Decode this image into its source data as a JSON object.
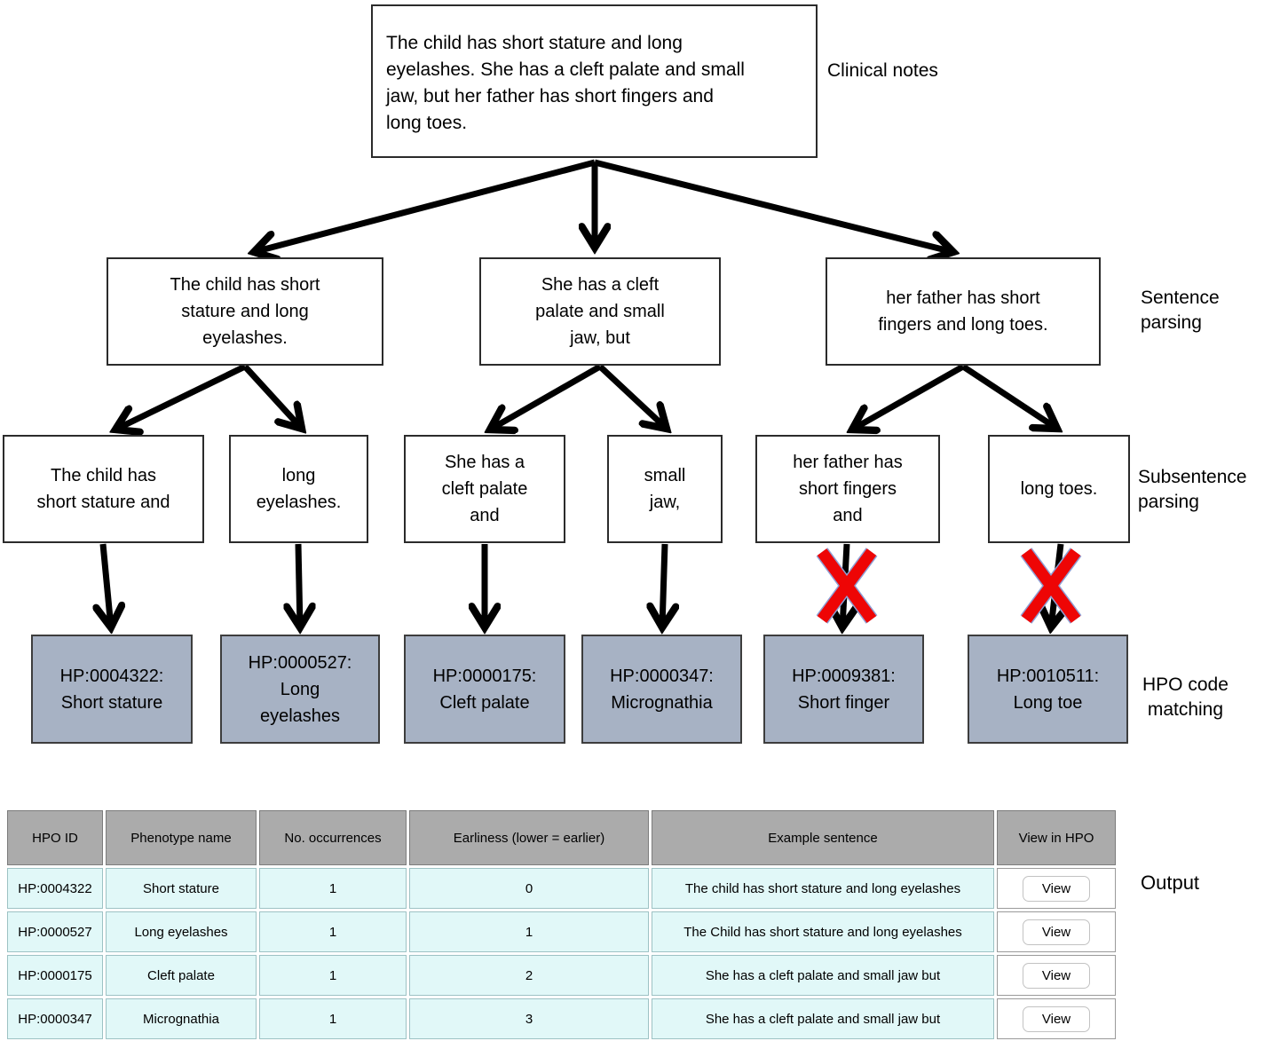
{
  "figure": {
    "clinical_notes": {
      "text": "The child has short stature and long\neyelashes. She has a cleft palate and small\njaw, but her father has short fingers and\nlong toes.",
      "label": "Clinical notes"
    },
    "sentence_row": {
      "label": "Sentence\nparsing",
      "boxes": [
        "The child has short\nstature and long\neyelashes.",
        "She has a cleft\npalate and small\njaw, but",
        "her father has short\nfingers and long toes."
      ]
    },
    "subsentence_row": {
      "label": "Subsentence\nparsing",
      "boxes": [
        "The child has\nshort stature and",
        "long\neyelashes.",
        "She has a\ncleft palate\nand",
        "small\njaw,",
        "her father has\nshort fingers\nand",
        "long toes."
      ]
    },
    "hpo_row": {
      "label": "HPO code\nmatching",
      "boxes": [
        "HP:0004322:\nShort stature",
        "HP:0000527:\nLong\neyelashes",
        "HP:0000175:\nCleft palate",
        "HP:0000347:\nMicrognathia",
        "HP:0009381:\nShort finger",
        "HP:0010511:\nLong toe"
      ]
    }
  },
  "output": {
    "label": "Output",
    "table": {
      "headers": [
        "HPO ID",
        "Phenotype name",
        "No. occurrences",
        "Earliness (lower = earlier)",
        "Example sentence",
        "View in HPO"
      ],
      "rows": [
        {
          "hpo_id": "HP:0004322",
          "phenotype_name": "Short stature",
          "occurrences": "1",
          "earliness": "0",
          "example": "The child has short stature and long eyelashes",
          "view_label": "View"
        },
        {
          "hpo_id": "HP:0000527",
          "phenotype_name": "Long eyelashes",
          "occurrences": "1",
          "earliness": "1",
          "example": "The Child has short stature and long eyelashes",
          "view_label": "View"
        },
        {
          "hpo_id": "HP:0000175",
          "phenotype_name": "Cleft palate",
          "occurrences": "1",
          "earliness": "2",
          "example": "She has a cleft palate and small jaw but",
          "view_label": "View"
        },
        {
          "hpo_id": "HP:0000347",
          "phenotype_name": "Micrognathia",
          "occurrences": "1",
          "earliness": "3",
          "example": "She has a cleft palate and small jaw but",
          "view_label": "View"
        }
      ]
    }
  },
  "colors": {
    "hpo_box_fill": "#a7b2c4",
    "reject_x_red": "#ee0505",
    "reject_x_outline": "#8f9fd4",
    "table_header_bg": "#ababab",
    "table_cell_bg": "#e1f8f8",
    "arrow_black": "#000000"
  }
}
